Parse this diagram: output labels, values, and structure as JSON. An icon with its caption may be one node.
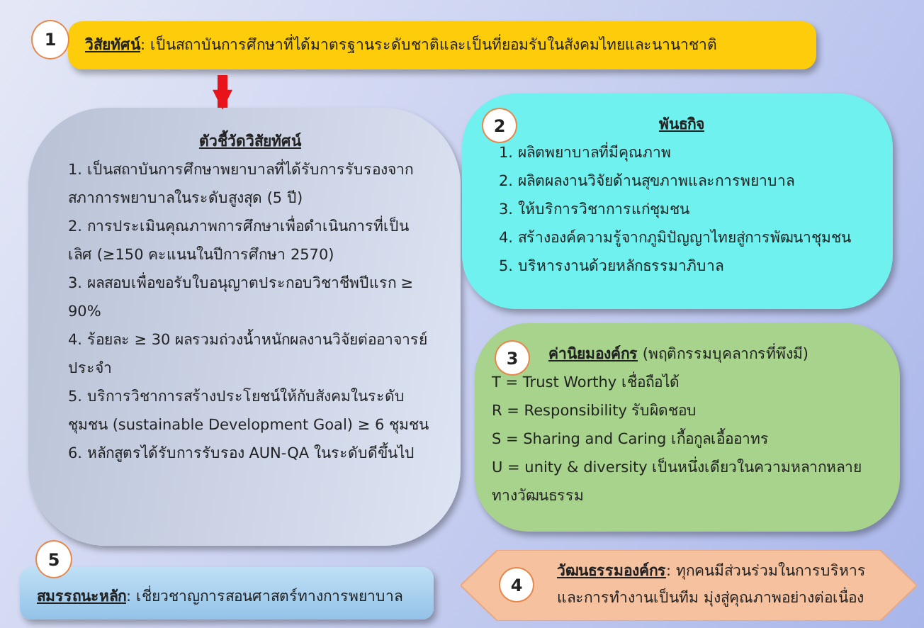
{
  "diagram": {
    "nodes": [
      {
        "text": [
          "1"
        ]
      },
      {
        "text": [
          "วิสัยทัศน์",
          ": เป็นสถาบันการศึกษาที่ได้มาตรฐานระดับชาติและเป็นที่ยอมรับในสังคมไทยและนานาชาติ"
        ]
      },
      {
        "text": [
          "ตัวชี้วัดวิสัยทัศน์",
          "1. เป็นสถาบันการศึกษาพยาบาลที่ได้รับการรับรองจากสภาการพยาบาลในระดับสูงสุด  (5 ปี)",
          "2. การประเมินคุณภาพการศึกษาเพื่อดำเนินการที่เป็นเลิศ (≥150 คะแนนในปีการศึกษา 2570)",
          "3. ผลสอบเพื่อขอรับใบอนุญาตประกอบวิชาชีพปีแรก ≥ 90%",
          "4. ร้อยละ ≥ 30 ผลรวมถ่วงน้ำหนักผลงานวิจัยต่ออาจารย์ประจำ",
          "5. บริการวิชาการสร้างประโยชน์ให้กับสังคมในระดับชุมชน (sustainable Development Goal) ≥ 6 ชุมชน",
          "6. หลักสูตรได้รับการรับรอง  AUN-QA ในระดับดีขึ้นไป"
        ]
      },
      {
        "text": [
          "พันธกิจ",
          "1. ผลิตพยาบาลที่มีคุณภาพ",
          "2. ผลิตผลงานวิจัยด้านสุขภาพและการพยาบาล",
          "3. ให้บริการวิชาการแก่ชุมชน",
          "4. สร้างองค์ความรู้จากภูมิปัญญาไทยสู่การพัฒนาชุมชน",
          "5. บริหารงานด้วยหลักธรรมาภิบาล"
        ]
      },
      {
        "text": [
          "2"
        ],
        "in": 3
      },
      {
        "text": [
          "ค่านิยมองค์กร",
          "(พฤติกรรมบุคลากรที่พึงมี)",
          "T = Trust Worthy เชื่อถือได้",
          "R = Responsibility รับผิดชอบ",
          "S = Sharing and Caring เกื้อกูลเอื้ออาทร",
          "U = unity & diversity เป็นหนึ่งเดียวในความหลากหลายทางวัฒนธรรม"
        ]
      },
      {
        "text": [
          "3"
        ],
        "in": 5
      },
      {
        "text": [
          "วัฒนธรรมองค์กร",
          ": ทุกคนมีส่วนร่วมในการบริหารและการทำงานเป็นทีม  มุ่งสู่คุณภาพอย่างต่อเนื่อง"
        ]
      },
      {
        "text": [
          "4"
        ],
        "in": 7
      },
      {
        "text": [
          "5"
        ]
      },
      {
        "text": [
          "สมรรถนะหลัก",
          ": เชี่ยวชาญการสอนศาสตร์ทางการพยาบาล"
        ]
      }
    ],
    "edges": [
      {
        "from": 1,
        "to": 2,
        "arrow": "to",
        "color": "#e8141a"
      }
    ]
  }
}
